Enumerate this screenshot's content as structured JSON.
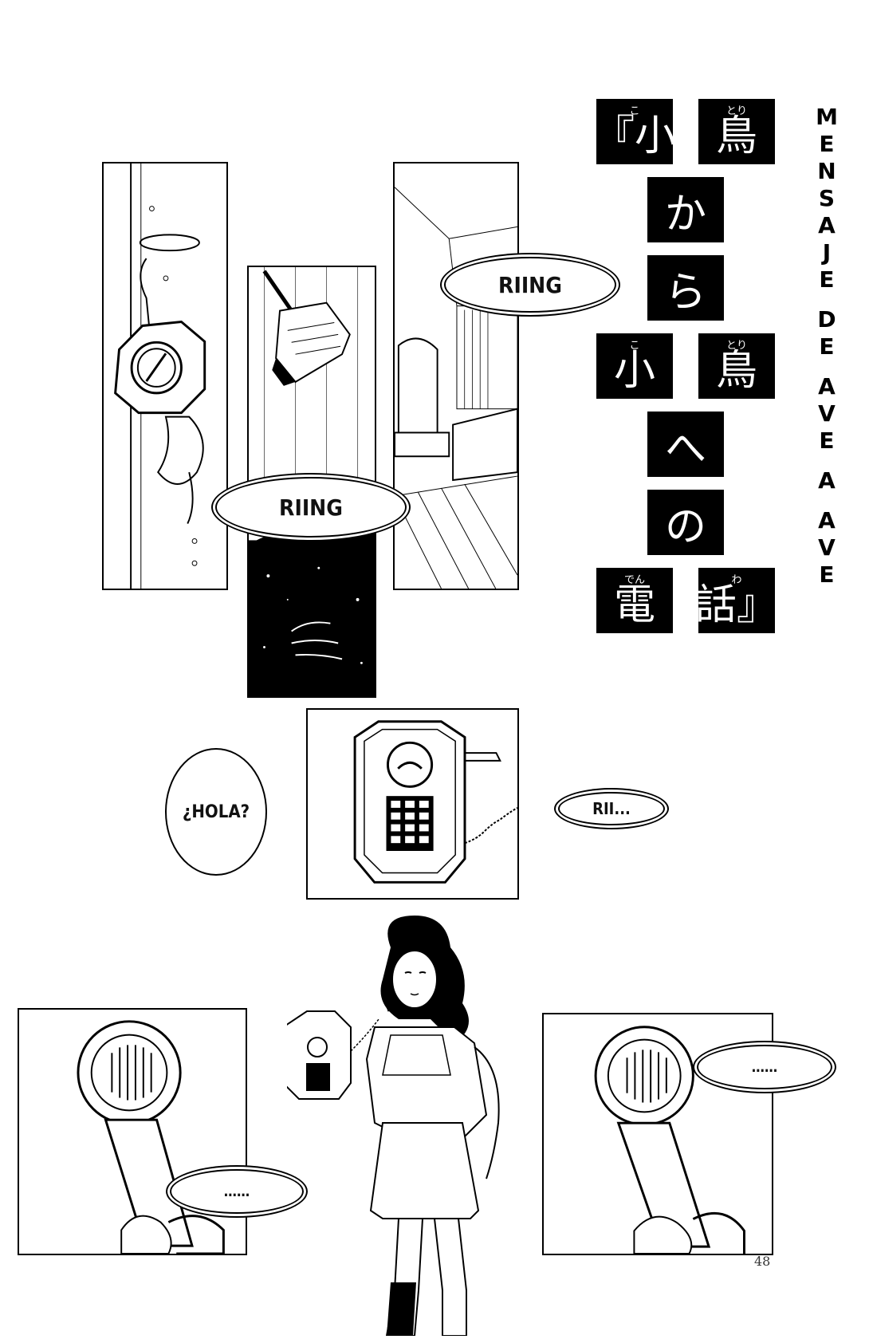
{
  "title_jp": {
    "boxes": [
      {
        "char": "『小",
        "furigana": "こ"
      },
      {
        "char": "鳥",
        "furigana": "とり"
      },
      {
        "char": "か",
        "furigana": ""
      },
      {
        "char": "ら",
        "furigana": ""
      },
      {
        "char": "小",
        "furigana": "こ"
      },
      {
        "char": "鳥",
        "furigana": "とり"
      },
      {
        "char": "へ",
        "furigana": ""
      },
      {
        "char": "の",
        "furigana": ""
      },
      {
        "char": "電",
        "furigana": "でん"
      },
      {
        "char": "話』",
        "furigana": "わ"
      }
    ]
  },
  "title_es": {
    "words": [
      "MENSAJE",
      "DE",
      "AVE",
      "A",
      "AVE"
    ]
  },
  "bubbles": {
    "riing_top": "RIING",
    "riing_mid": "RIING",
    "hola": "¿HOLA?",
    "rii": "RII...",
    "dots_left": "……",
    "dots_right": "……"
  },
  "page_number": "48"
}
